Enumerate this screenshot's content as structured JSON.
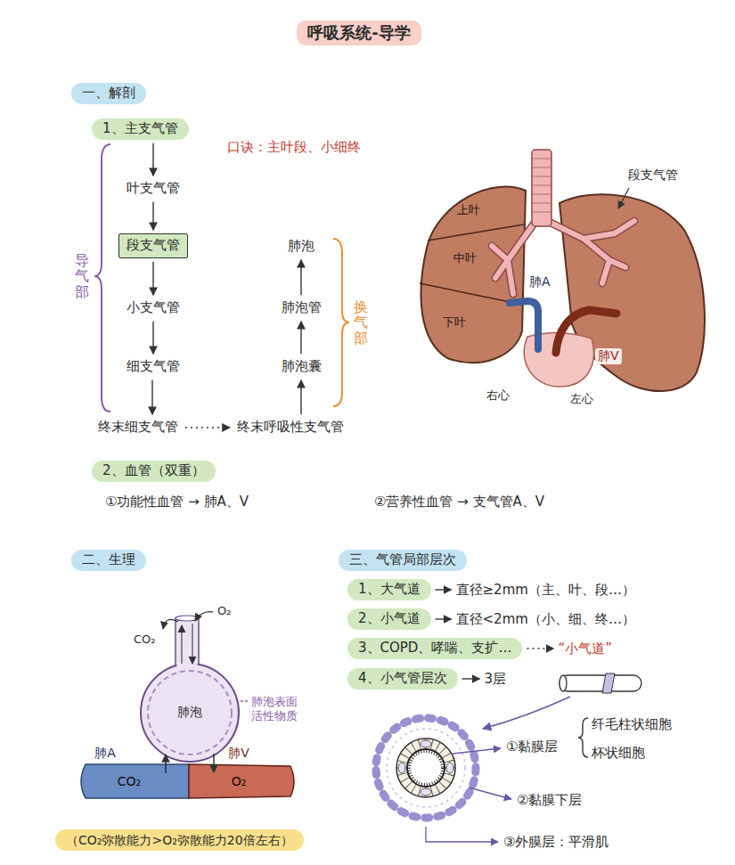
{
  "diagram": {
    "title": "呼吸系统-导学",
    "nodes": [
      {
        "text": [
          "一、解剖"
        ]
      },
      {
        "text": [
          "1、主支气管"
        ]
      },
      {
        "text": [
          "叶支气管"
        ]
      },
      {
        "text": [
          "段支气管"
        ]
      },
      {
        "text": [
          "小支气管"
        ]
      },
      {
        "text": [
          "细支气管"
        ]
      },
      {
        "text": [
          "终末细支气管"
        ]
      },
      {
        "text": [
          "终末呼吸性支气管"
        ]
      },
      {
        "text": [
          "肺泡囊"
        ]
      },
      {
        "text": [
          "肺泡管"
        ]
      },
      {
        "text": [
          "肺泡"
        ]
      },
      {
        "text": [
          "2、血管（双重）"
        ]
      },
      {
        "text": [
          "二、生理"
        ]
      },
      {
        "text": [
          "（CO₂弥散能力>O₂弥散能力20倍左右）"
        ]
      },
      {
        "text": [
          "三、气管局部层次"
        ]
      },
      {
        "text": [
          "1、大气道"
        ]
      },
      {
        "text": [
          "2、小气道"
        ]
      },
      {
        "text": [
          "3、COPD、哮喘、支扩…"
        ]
      },
      {
        "text": [
          "4、小气管层次"
        ]
      }
    ],
    "edges": [
      {
        "from": 1,
        "to": 2,
        "arrow": "to"
      },
      {
        "from": 2,
        "to": 3,
        "arrow": "to"
      },
      {
        "from": 3,
        "to": 4,
        "arrow": "to"
      },
      {
        "from": 4,
        "to": 5,
        "arrow": "to"
      },
      {
        "from": 5,
        "to": 6,
        "arrow": "to"
      },
      {
        "from": 6,
        "to": 7,
        "arrow": "to"
      },
      {
        "from": 7,
        "to": 8,
        "arrow": "to"
      },
      {
        "from": 8,
        "to": 9,
        "arrow": "to"
      },
      {
        "from": 9,
        "to": 10,
        "arrow": "to"
      }
    ],
    "labels": [
      "口诀：主叶段、小细终",
      "导气部",
      "换气部",
      "段支气管",
      "上叶",
      "中叶",
      "下叶",
      "肺A",
      "肺V",
      "右心",
      "左心",
      "①功能性血管 → 肺A、V",
      "②营养性血管 → 支气管A、V",
      "O₂",
      "CO₂",
      "肺泡",
      "肺泡表面活性物质",
      "肺A",
      "CO₂",
      "肺V",
      "O₂",
      "直径≥2mm（主、叶、段…）",
      "直径<2mm（小、细、终…）",
      "“小气道”",
      "3层",
      "①黏膜层",
      "纤毛柱状细胞",
      "杯状细胞",
      "②黏膜下层",
      "③外膜层：平滑肌"
    ]
  }
}
